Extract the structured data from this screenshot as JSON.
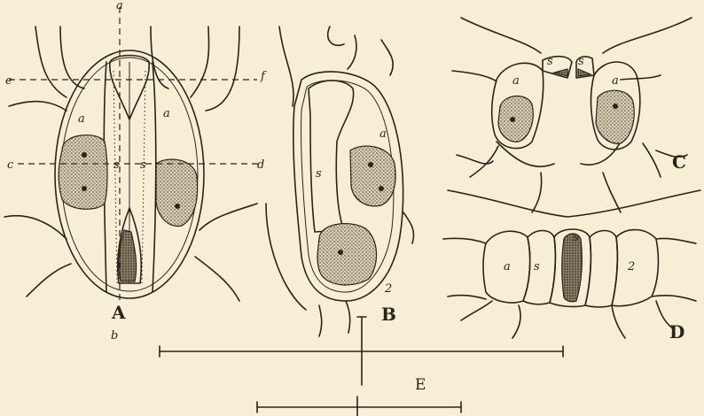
{
  "figure_labels": {
    "A": "A",
    "B": "B",
    "C": "C",
    "D": "D",
    "E": "E"
  },
  "cell_labels": {
    "a": "a",
    "b": "b",
    "c": "c",
    "d": "d",
    "e": "e",
    "f": "f",
    "s": "s",
    "num_2": "2"
  }
}
